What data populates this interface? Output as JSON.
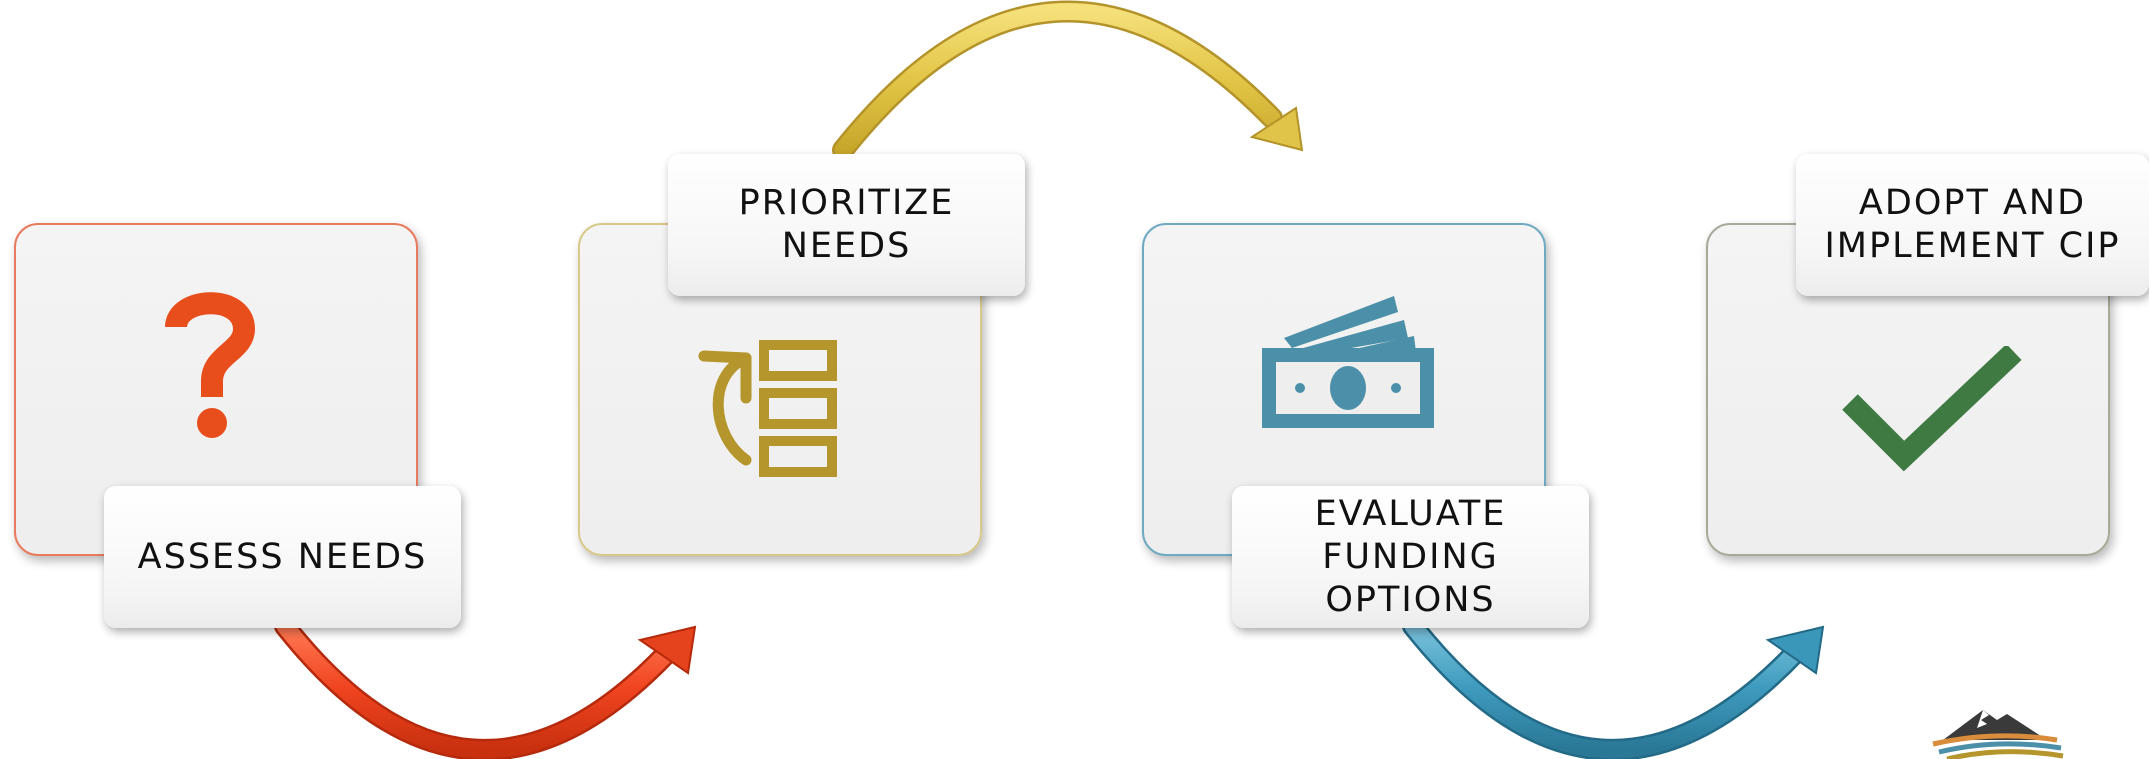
{
  "steps": [
    {
      "label": "ASSESS NEEDS",
      "icon": "question-mark-icon",
      "color": "#E84E1B"
    },
    {
      "label": "PRIORITIZE NEEDS",
      "icon": "reorder-list-icon",
      "color": "#B5962C"
    },
    {
      "label": "EVALUATE\nFUNDING OPTIONS",
      "icon": "money-icon",
      "color": "#4B90A8"
    },
    {
      "label": "ADOPT AND\nIMPLEMENT CIP",
      "icon": "checkmark-icon",
      "color": "#3F7A43"
    }
  ],
  "connectors": [
    {
      "from": "ASSESS NEEDS",
      "to": "PRIORITIZE NEEDS",
      "color": "#F24A24"
    },
    {
      "from": "PRIORITIZE NEEDS",
      "to": "EVALUATE\nFUNDING OPTIONS",
      "color": "#E3C64A"
    },
    {
      "from": "EVALUATE\nFUNDING OPTIONS",
      "to": "ADOPT AND\nIMPLEMENT CIP",
      "color": "#3E9BBE"
    }
  ],
  "colors": {
    "card1_border": "#E87A5D",
    "card2_border": "#D7C98A",
    "card3_border": "#6FA9C2",
    "card4_border": "#A9A99A"
  },
  "logo": {
    "icon": "mountain-logo-icon"
  }
}
